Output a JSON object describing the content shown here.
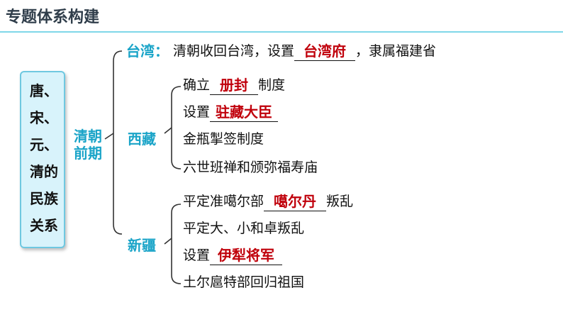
{
  "header": {
    "title": "专题体系构建"
  },
  "root": {
    "lines": [
      "唐、",
      "宋、",
      "元、",
      "清的",
      "民族",
      "关系"
    ]
  },
  "mid": {
    "lines": [
      "清朝",
      "前期"
    ]
  },
  "taiwan": {
    "title": "台湾",
    "colon": "：",
    "prefix": "清朝收回台湾，设置",
    "answer": "台湾府",
    "suffix": "，隶属福建省"
  },
  "xizang": {
    "title": "西藏",
    "items": [
      {
        "prefix": "确立",
        "answer": "册封",
        "suffix": "制度"
      },
      {
        "prefix": "设置",
        "answer": "驻藏大臣",
        "suffix": ""
      },
      {
        "prefix": "金瓶掣签制度",
        "answer": "",
        "suffix": ""
      },
      {
        "prefix": "六世班禅和颁弥福寿庙",
        "answer": "",
        "suffix": ""
      }
    ]
  },
  "xinjiang": {
    "title": "新疆",
    "items": [
      {
        "prefix": "平定准噶尔部",
        "answer": "噶尔丹",
        "suffix": "叛乱"
      },
      {
        "prefix": "平定大、小和卓叛乱",
        "answer": "",
        "suffix": ""
      },
      {
        "prefix": "设置",
        "answer": "伊犁将军",
        "suffix": ""
      },
      {
        "prefix": "土尔扈特部回归祖国",
        "answer": "",
        "suffix": ""
      }
    ]
  },
  "colors": {
    "accent": "#1aa4c8",
    "answer": "#c0000b",
    "root_fill": "#d8f3fb",
    "header_rule": "#7fd7e8"
  }
}
